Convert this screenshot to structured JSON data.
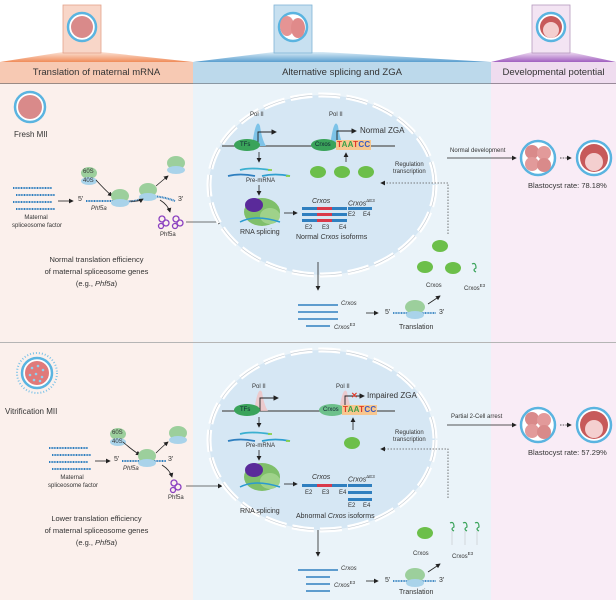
{
  "columns": {
    "left": {
      "title": "Translation of maternal mRNA",
      "color": "#f7c4ad",
      "bg": "#fbf0ec"
    },
    "middle": {
      "title": "Alternative splicing and ZGA",
      "color": "#b7d7ea",
      "bg": "#eaf3f9"
    },
    "right": {
      "title": "Developmental potential",
      "color": "#eed9ee",
      "bg": "#f9ecf6"
    }
  },
  "fresh": {
    "oocyte_label": "Fresh MII",
    "maternal_label_1": "Maternal",
    "maternal_label_2": "spliceosome factor",
    "ribosome_60s": "60S",
    "ribosome_40s": "40S",
    "five_prime": "5'",
    "three_prime": "3'",
    "gene_label": "Phf5a",
    "protein_label": "Phf5a",
    "efficiency_line1": "Normal translation efficiency",
    "efficiency_line2": "of maternal spliceosome genes",
    "efficiency_line3_pre": "(e.g., ",
    "efficiency_line3_gene": "Phf5a",
    "efficiency_line3_post": ")",
    "pol2_a": "Pol II",
    "pol2_b": "Pol II",
    "tfs": "TFs",
    "crxos_box": "Crxos",
    "motif": [
      "T",
      "A",
      "A",
      "T",
      "C",
      "C"
    ],
    "zga_label": "Normal ZGA",
    "pre_mrna": "Pre-mRNA",
    "regulation_1": "Regulation",
    "regulation_2": "transcription",
    "rna_splicing": "RNA splicing",
    "isoform_a_title": "Crxos",
    "isoform_b_title": "Crxos",
    "isoform_b_sup": "ΔE3",
    "exons_a": [
      "E2",
      "E3",
      "E4"
    ],
    "exons_b": [
      "E2",
      "E4"
    ],
    "isoforms_pre": "Normal ",
    "isoforms_gene": "Crxos",
    "isoforms_post": " isoforms",
    "mrna_crxos": "Crxos",
    "mrna_crxos_e3": "Crxos",
    "mrna_crxos_e3_sup": "E3",
    "translation": "Translation",
    "protein_crxos": "Crxos",
    "protein_crxos_e3": "Crxos",
    "protein_crxos_e3_sup": "E3",
    "dev_arrow_label": "Normal development",
    "blastocyst_rate": "Blastocyst rate: 78.18%"
  },
  "vitrified": {
    "oocyte_label": "Vitrification MII",
    "maternal_label_1": "Maternal",
    "maternal_label_2": "spliceosome factor",
    "ribosome_60s": "60S",
    "ribosome_40s": "40S",
    "five_prime": "5'",
    "three_prime": "3'",
    "gene_label": "Phf5a",
    "protein_label": "Phf5a",
    "efficiency_line1": "Lower translation efficiency",
    "efficiency_line2": "of maternal spliceosome genes",
    "efficiency_line3_pre": "(e.g., ",
    "efficiency_line3_gene": "Phf5a",
    "efficiency_line3_post": ")",
    "pol2_a": "Pol II",
    "pol2_b": "Pol II",
    "tfs": "TFs",
    "crxos_box": "Crxos",
    "motif": [
      "T",
      "A",
      "A",
      "T",
      "C",
      "C"
    ],
    "zga_label": "Impaired ZGA",
    "block_mark": "✕",
    "pre_mrna": "Pre-mRNA",
    "regulation_1": "Regulation",
    "regulation_2": "transcription",
    "rna_splicing": "RNA splicing",
    "isoform_a_title": "Crxos",
    "isoform_b_title": "Crxos",
    "isoform_b_sup": "ΔE3",
    "exons_a": [
      "E2",
      "E3",
      "E4"
    ],
    "exons_b": [
      "E2",
      "E4"
    ],
    "isoforms_pre": "Abnormal ",
    "isoforms_gene": "Crxos",
    "isoforms_post": " isoforms",
    "mrna_crxos": "Crxos",
    "mrna_crxos_e3": "Crxos",
    "mrna_crxos_e3_sup": "E3",
    "translation": "Translation",
    "protein_crxos": "Crxos",
    "protein_crxos_e3": "Crxos",
    "protein_crxos_e3_sup": "E3",
    "dev_arrow_label": "Partial 2-Cell arrest",
    "blastocyst_rate": "Blastocyst rate: 57.29%"
  },
  "colors": {
    "oocyte_fill": "#d98a8a",
    "zona_blue": "#5ab4e0",
    "nucleus_fill": "#d6e7f4",
    "mrna_blue": "#2f7fbf",
    "exon_red": "#d9394a",
    "ribosome_green": "#9ccf9c",
    "ribosome_blue": "#a9d3ea",
    "protein_purple": "#8a3fc0",
    "protein_green": "#5bb24a",
    "tf_green": "#3aa35a",
    "motif_bg": "#f7c78f",
    "motif_T": "#e03a2a",
    "motif_A": "#3aa04a",
    "motif_C": "#3a5ac0"
  }
}
